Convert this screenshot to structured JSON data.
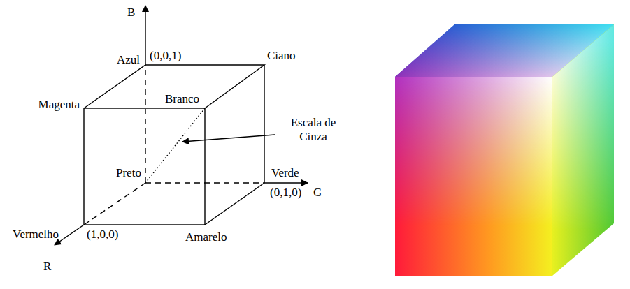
{
  "diagram": {
    "labels": [
      "B",
      "Azul",
      "(0,0,1)",
      "Ciano",
      "Magenta",
      "Branco",
      "Escala de Cinza",
      "Preto",
      "Verde",
      "(0,1,0)",
      "G",
      "Vermelho",
      "(1,0,0)",
      "Amarelo",
      "R"
    ]
  }
}
